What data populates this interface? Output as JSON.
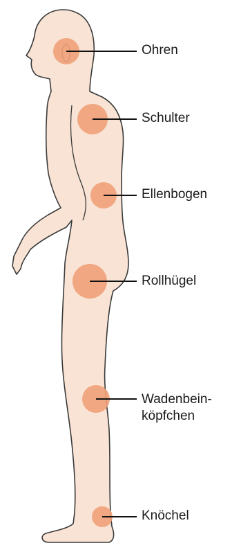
{
  "figure": {
    "colors": {
      "skin": "#f8e3d4",
      "outline": "#3a3a3a",
      "spot": "#f0a078",
      "leader": "#111111",
      "text": "#1a1a1a"
    },
    "labels": {
      "ohren": "Ohren",
      "schulter": "Schulter",
      "ellenbogen": "Ellenbogen",
      "rollhuegel": "Rollhügel",
      "wadenbein_line1": "Wadenbein-",
      "wadenbein_line2": "köpfchen",
      "knoechel": "Knöchel"
    }
  }
}
